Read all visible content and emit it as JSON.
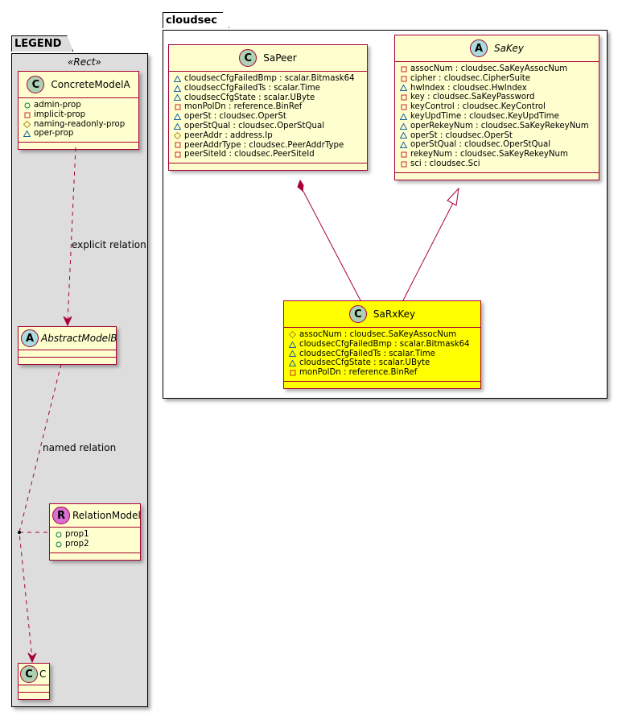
{
  "legend": {
    "package_name": "LEGEND",
    "stereotype": "«Rect»",
    "concrete_model": {
      "name": "ConcreteModelA",
      "kind": "class",
      "badge": "C",
      "attributes": [
        {
          "visibility": "public",
          "icon": "circle",
          "text": "admin-prop"
        },
        {
          "visibility": "private",
          "icon": "square",
          "text": "implicit-prop"
        },
        {
          "visibility": "protected",
          "icon": "diamond",
          "text": "naming-readonly-prop"
        },
        {
          "visibility": "package",
          "icon": "triangle",
          "text": "oper-prop"
        }
      ]
    },
    "abstract_model": {
      "name": "AbstractModelB",
      "kind": "abstract",
      "badge": "A"
    },
    "relation_model": {
      "name": "RelationModel",
      "kind": "relation",
      "badge": "R",
      "attributes": [
        {
          "visibility": "public",
          "icon": "circle",
          "text": "prop1"
        },
        {
          "visibility": "public",
          "icon": "circle",
          "text": "prop2"
        }
      ]
    },
    "class_c": {
      "name": "C",
      "kind": "class",
      "badge": "C"
    },
    "relations": {
      "explicit_label": "explicit relation",
      "named_label": "named relation"
    }
  },
  "cloudsec": {
    "package_name": "cloudsec",
    "sa_peer": {
      "name": "SaPeer",
      "kind": "class",
      "badge": "C",
      "attributes": [
        {
          "icon": "triangle",
          "text": "cloudsecCfgFailedBmp : scalar.Bitmask64"
        },
        {
          "icon": "triangle",
          "text": "cloudsecCfgFailedTs : scalar.Time"
        },
        {
          "icon": "triangle",
          "text": "cloudsecCfgState : scalar.UByte"
        },
        {
          "icon": "square",
          "text": "monPolDn : reference.BinRef"
        },
        {
          "icon": "triangle",
          "text": "operSt : cloudsec.OperSt"
        },
        {
          "icon": "triangle",
          "text": "operStQual : cloudsec.OperStQual"
        },
        {
          "icon": "diamond",
          "text": "peerAddr : address.Ip"
        },
        {
          "icon": "square",
          "text": "peerAddrType : cloudsec.PeerAddrType"
        },
        {
          "icon": "square",
          "text": "peerSiteId : cloudsec.PeerSiteId"
        }
      ]
    },
    "sa_key": {
      "name": "SaKey",
      "kind": "abstract",
      "badge": "A",
      "attributes": [
        {
          "icon": "square",
          "text": "assocNum : cloudsec.SaKeyAssocNum"
        },
        {
          "icon": "square",
          "text": "cipher : cloudsec.CipherSuite"
        },
        {
          "icon": "triangle",
          "text": "hwIndex : cloudsec.HwIndex"
        },
        {
          "icon": "square",
          "text": "key : cloudsec.SaKeyPassword"
        },
        {
          "icon": "square",
          "text": "keyControl : cloudsec.KeyControl"
        },
        {
          "icon": "triangle",
          "text": "keyUpdTime : cloudsec.KeyUpdTime"
        },
        {
          "icon": "triangle",
          "text": "operRekeyNum : cloudsec.SaKeyRekeyNum"
        },
        {
          "icon": "triangle",
          "text": "operSt : cloudsec.OperSt"
        },
        {
          "icon": "triangle",
          "text": "operStQual : cloudsec.OperStQual"
        },
        {
          "icon": "square",
          "text": "rekeyNum : cloudsec.SaKeyRekeyNum"
        },
        {
          "icon": "square",
          "text": "sci : cloudsec.Sci"
        }
      ]
    },
    "sa_rx_key": {
      "name": "SaRxKey",
      "kind": "class",
      "badge": "C",
      "highlight_color": "#FFFF00",
      "attributes": [
        {
          "icon": "diamond",
          "text": "assocNum : cloudsec.SaKeyAssocNum"
        },
        {
          "icon": "triangle",
          "text": "cloudsecCfgFailedBmp : scalar.Bitmask64"
        },
        {
          "icon": "triangle",
          "text": "cloudsecCfgFailedTs : scalar.Time"
        },
        {
          "icon": "triangle",
          "text": "cloudsecCfgState : scalar.UByte"
        },
        {
          "icon": "square",
          "text": "monPolDn : reference.BinRef"
        }
      ]
    }
  },
  "colors": {
    "class_fill": "#FEFECE",
    "class_border": "#A80036",
    "highlight_fill": "#FFFF00",
    "legend_fill": "#DDDDDD",
    "badge_class": "#ADD1B2",
    "badge_abstract": "#A9DCDF",
    "badge_relation": "#DA70D6",
    "vis_public": "#038048",
    "vis_private": "#C82930",
    "vis_protected": "#B38D22",
    "vis_package": "#1963A0"
  }
}
